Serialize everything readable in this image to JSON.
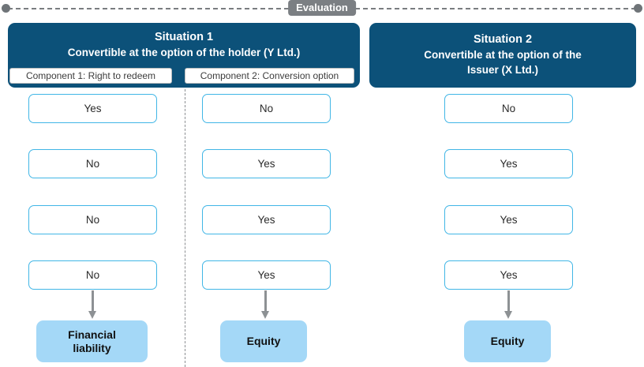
{
  "evaluation_band": {
    "label": "Evaluation"
  },
  "situations": [
    {
      "title": "Situation 1",
      "subtitle": "Convertible at the option of the holder (Y Ltd.)",
      "components": [
        "Component 1: Right to redeem",
        "Component 2: Conversion option"
      ]
    },
    {
      "title": "Situation 2",
      "subtitle": "Convertible at the option of the\nIssuer (X Ltd.)",
      "subtitle_line_1": "Convertible at the option of the",
      "subtitle_line_2": "Issuer (X Ltd.)"
    }
  ],
  "columns": [
    {
      "name": "situation-1-component-1",
      "answers": [
        "Yes",
        "No",
        "No",
        "No"
      ],
      "result": "Financial liability",
      "result_line_1": "Financial",
      "result_line_2": "liability"
    },
    {
      "name": "situation-1-component-2",
      "answers": [
        "No",
        "Yes",
        "Yes",
        "Yes"
      ],
      "result": "Equity"
    },
    {
      "name": "situation-2",
      "answers": [
        "No",
        "Yes",
        "Yes",
        "Yes"
      ],
      "result": "Equity"
    }
  ],
  "colors": {
    "header_blue": "#0c5179",
    "answer_border_blue": "#41b6e6",
    "result_fill_blue": "#a4d8f7",
    "band_gray": "#7b7f83",
    "arrow_gray": "#8d9194"
  }
}
